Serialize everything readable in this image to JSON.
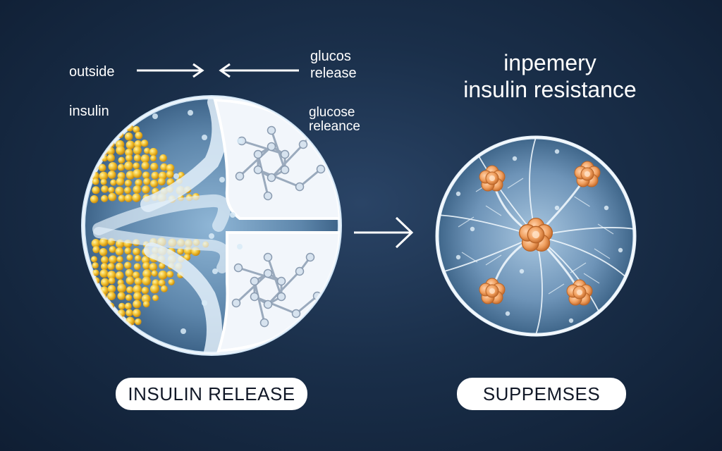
{
  "labels": {
    "outside": "outside",
    "insulin": "insulin",
    "glucos_release_line1": "glucos",
    "glucos_release_line2": "release",
    "glucose_releance_line1": "glucose",
    "glucose_releance_line2": "releance",
    "title_line1": "inpemery",
    "title_line2": "insulin resistance"
  },
  "buttons": {
    "left": "INSULIN RELEASE",
    "right": "SUPPEMSES"
  },
  "colors": {
    "background": "#1a2f4a",
    "granule_yellow": "#f2c230",
    "cluster_orange": "#f0a060",
    "cell_membrane": "#cfe4f5",
    "pill_bg": "#ffffff",
    "pill_text": "#111827"
  }
}
